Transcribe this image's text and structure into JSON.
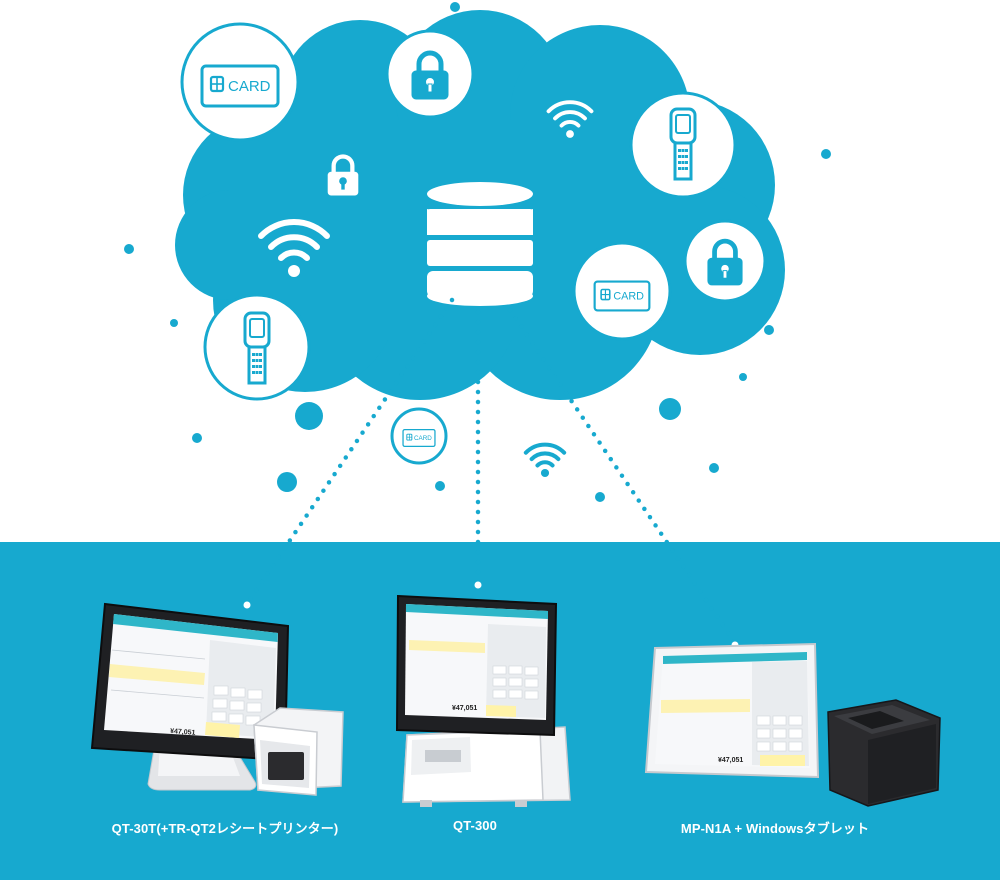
{
  "colors": {
    "primary": "#17a9cf",
    "white": "#ffffff",
    "device_body": "#f2f3f5",
    "screen_header": "#2fb6c8",
    "dark": "#2b2b2e"
  },
  "icons": {
    "card_text": "CARD",
    "items": [
      "credit-card-icon",
      "lock-icon",
      "wifi-icon",
      "handheld-terminal-icon",
      "database-icon"
    ]
  },
  "screens": {
    "total_amount": "¥47,051"
  },
  "captions": {
    "device1": "QT-30T(+TR-QT2レシートプリンター)",
    "device2": "QT-300",
    "device3": "MP-N1A + Windowsタブレット"
  }
}
